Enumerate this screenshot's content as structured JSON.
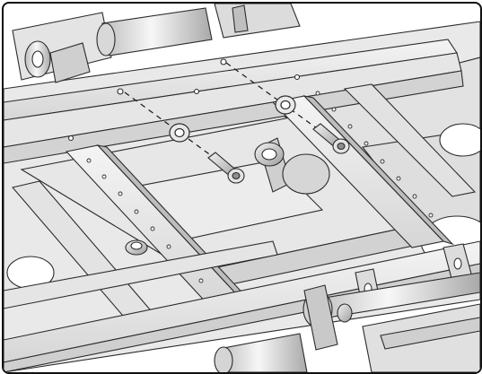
{
  "figure": {
    "kind": "technical-assembly-illustration",
    "subject_icon": "chassis-frame-bolt-assembly",
    "colors": {
      "background": "#ffffff",
      "metal_light": "#eeeeee",
      "metal_mid": "#d9d9d9",
      "metal_dark": "#a8a8a8",
      "outline": "#2b2b2b",
      "frame_border": "#111111"
    },
    "callouts": {
      "assembly_leader_style": "dashed",
      "fasteners_shown": 2,
      "washers_shown": 2
    }
  }
}
